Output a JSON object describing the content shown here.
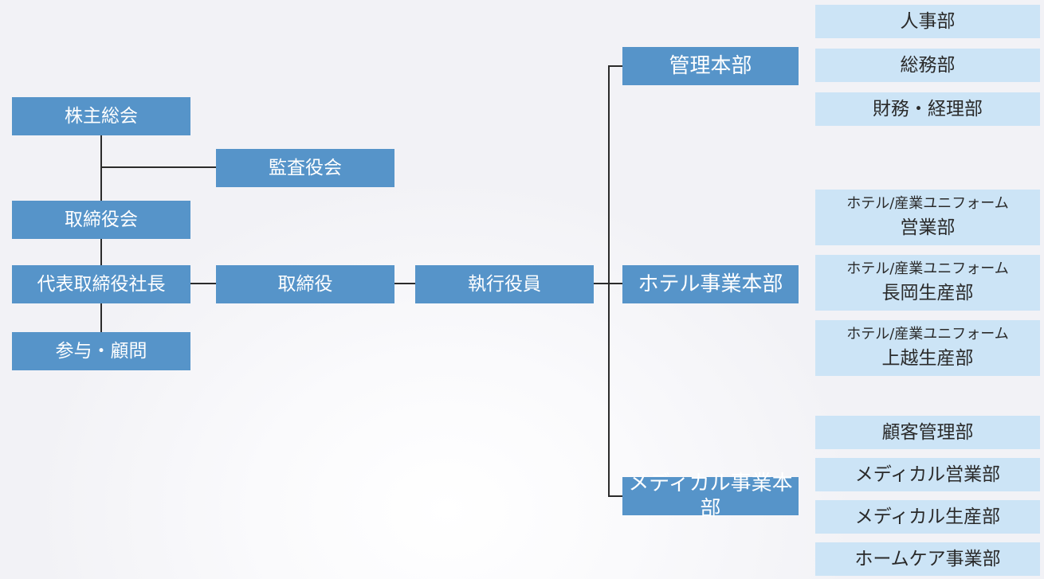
{
  "left_column": {
    "shareholders": "株主総会",
    "board": "取締役会",
    "president": "代表取締役社長",
    "advisors": "参与・顧問"
  },
  "auditors": "監査役会",
  "directors": "取締役",
  "executive_officers": "執行役員",
  "headquarters": {
    "admin": "管理本部",
    "hotel": "ホテル事業本部",
    "medical": "メディカル事業本部"
  },
  "admin_departments": [
    "人事部",
    "総務部",
    "財務・経理部"
  ],
  "hotel_departments": [
    {
      "line1": "ホテル/産業ユニフォーム",
      "line2": "営業部"
    },
    {
      "line1": "ホテル/産業ユニフォーム",
      "line2": "長岡生産部"
    },
    {
      "line1": "ホテル/産業ユニフォーム",
      "line2": "上越生産部"
    }
  ],
  "medical_departments": [
    "顧客管理部",
    "メディカル営業部",
    "メディカル生産部",
    "ホームケア事業部"
  ]
}
